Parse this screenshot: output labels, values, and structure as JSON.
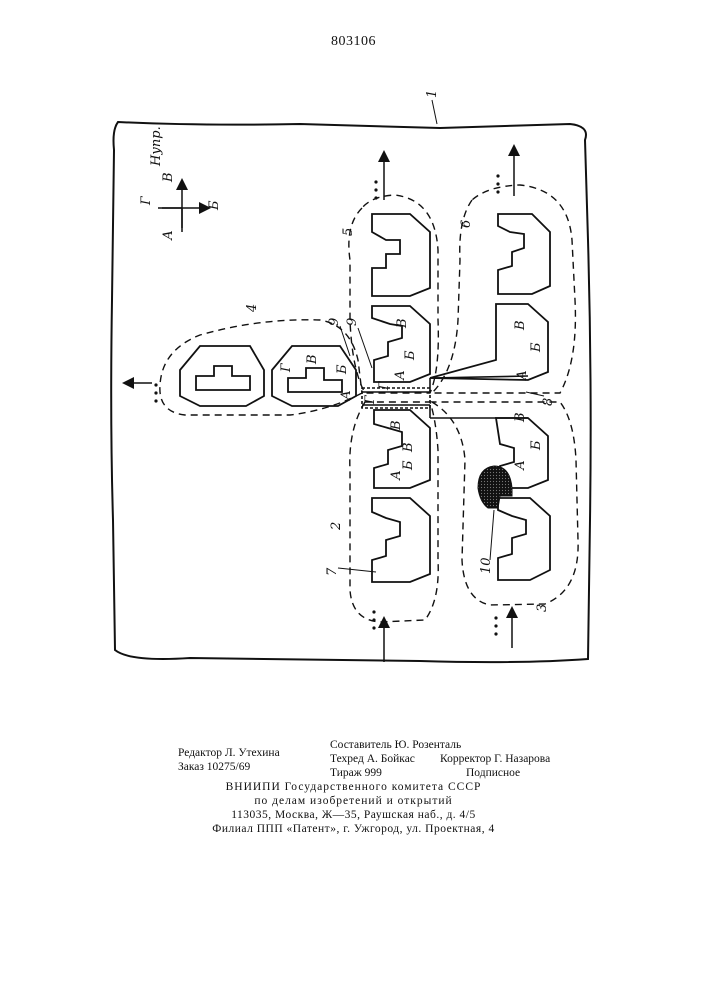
{
  "document": {
    "patent_number": "803106"
  },
  "figure": {
    "numerals": {
      "n1": "1",
      "n2": "2",
      "n3": "3",
      "n4": "4",
      "n5": "5",
      "n6": "6",
      "n7": "7",
      "n8": "8",
      "n9a": "9",
      "n9b": "9",
      "n10": "10"
    },
    "compass": {
      "a": "А",
      "b": "Б",
      "v": "В",
      "g": "Г",
      "direction": "Нупр."
    },
    "letters": {
      "a": "А",
      "b": "Б",
      "v": "В",
      "g": "Г"
    }
  },
  "colophon": {
    "editor": "Редактор Л. Утехина",
    "order": "Заказ 10275/69",
    "compiler": "Составитель Ю. Розенталь",
    "techred": "Техред А. Бойкас",
    "circulation": "Тираж 999",
    "corrector": "Корректор Г. Назарова",
    "subscription": "Подписное",
    "institute": "ВНИИПИ Государственного комитета СССР",
    "affairs": "по делам изобретений и открытий",
    "address": "113035, Москва, Ж—35, Раушская наб., д. 4/5",
    "branch": "Филиал ППП «Патент», г. Ужгород, ул. Проектная, 4"
  }
}
